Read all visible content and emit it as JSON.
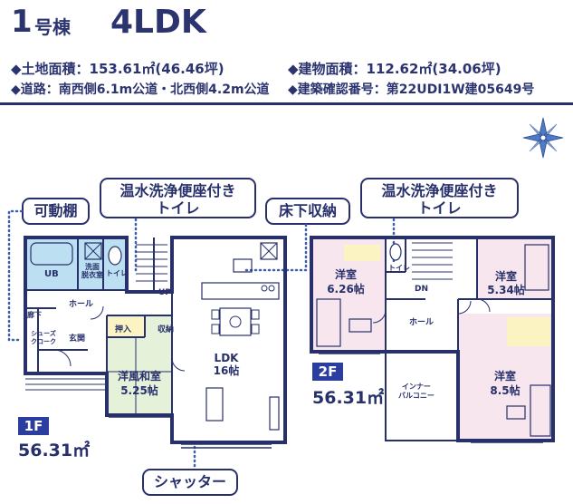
{
  "header": {
    "building_number": "1",
    "building_suffix": "号棟",
    "layout_type": "4LDK",
    "land_area": "◆土地面積：153.61㎡(46.46坪)",
    "building_area": "◆建物面積：112.62㎡(34.06坪)",
    "road": "◆道路：南西側6.1m公道・北西側4.2m公道",
    "permit": "◆建築確認番号：第22UDI1W建05649号"
  },
  "callouts": {
    "movable_shelf": "可動棚",
    "toilet_1f_line1": "温水洗浄便座付き",
    "toilet_1f_line2": "トイレ",
    "underfloor": "床下収納",
    "toilet_2f_line1": "温水洗浄便座付き",
    "toilet_2f_line2": "トイレ",
    "shutter": "シャッター"
  },
  "floor1": {
    "badge": "1F",
    "area": "56.31㎡",
    "rooms": {
      "ub": "UB",
      "wash": "洗面\n脱衣室",
      "toilet": "トイレ",
      "hall": "ホール",
      "up": "UP",
      "closet": "廊下",
      "shoes": "シューズ\nクローク",
      "entrance": "玄関",
      "oshiire": "押入",
      "storage": "収納",
      "washitsu_name": "洋風和室",
      "washitsu_size": "5.25帖",
      "ldk_name": "LDK",
      "ldk_size": "16帖"
    }
  },
  "floor2": {
    "badge": "2F",
    "area": "56.31㎡",
    "rooms": {
      "west_name": "洋室",
      "west_size": "6.26帖",
      "toilet": "トイレ",
      "dn": "DN",
      "hall": "ホール",
      "ne_name": "洋室",
      "ne_size": "5.34帖",
      "balcony": "インナー\nバルコニー",
      "se_name": "洋室",
      "se_size": "8.5帖"
    }
  },
  "colors": {
    "navy": "#27306b",
    "bath_blue": "#bcdff2",
    "room_pink": "#f7e6ee",
    "tatami_green": "#e6f1da",
    "closet_yellow": "#fbf3c2",
    "callout_dots": "#3d5fae"
  }
}
